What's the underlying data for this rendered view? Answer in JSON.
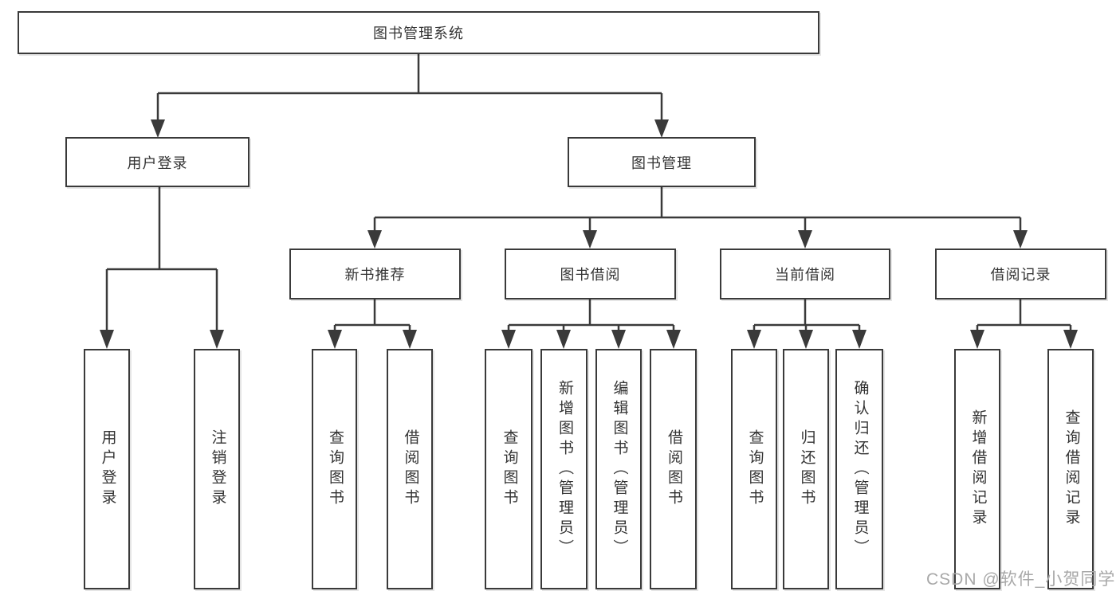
{
  "diagram": {
    "title": "图书管理系统",
    "type": "hierarchy",
    "nodes": {
      "root": "图书管理系统",
      "user_login": "用户登录",
      "book_mgmt": "图书管理",
      "new_book_rec": "新书推荐",
      "book_borrow": "图书借阅",
      "current_borrow": "当前借阅",
      "borrow_records": "借阅记录",
      "ul_user_login": "用户登录",
      "ul_logout": "注销登录",
      "nr_query_books": "查询图书",
      "nr_borrow_books": "借阅图书",
      "bb_query_books": "查询图书",
      "bb_add_books": "新增图书（管理员）",
      "bb_edit_books": "编辑图书（管理员）",
      "bb_borrow_books": "借阅图书",
      "cb_query_books": "查询图书",
      "cb_return_books": "归还图书",
      "cb_confirm_return": "确认归还（管理员）",
      "br_add_record": "新增借阅记录",
      "br_query_record": "查询借阅记录"
    },
    "structure": {
      "图书管理系统": [
        "用户登录",
        "图书管理"
      ],
      "用户登录": [
        "用户登录",
        "注销登录"
      ],
      "图书管理": [
        "新书推荐",
        "图书借阅",
        "当前借阅",
        "借阅记录"
      ],
      "新书推荐": [
        "查询图书",
        "借阅图书"
      ],
      "图书借阅": [
        "查询图书",
        "新增图书（管理员）",
        "编辑图书（管理员）",
        "借阅图书"
      ],
      "当前借阅": [
        "查询图书",
        "归还图书",
        "确认归还（管理员）"
      ],
      "借阅记录": [
        "新增借阅记录",
        "查询借阅记录"
      ]
    },
    "colors": {
      "line": "#3a3a3a",
      "box_border": "#3a3a3a",
      "text": "#333333",
      "background": "#ffffff",
      "watermark": "#a8a8a8"
    }
  },
  "watermark": "CSDN @软件_小贺同学"
}
